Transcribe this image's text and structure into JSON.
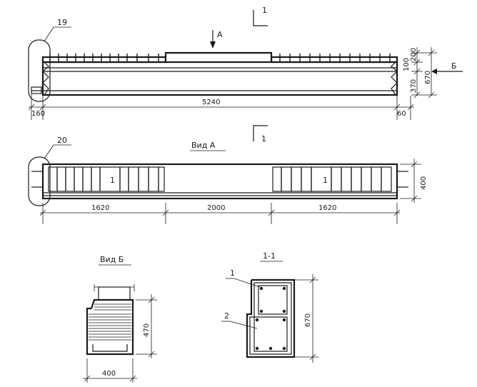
{
  "callouts": {
    "c19": "19",
    "c20": "20",
    "c1": "1",
    "c2": "2"
  },
  "views": {
    "elevation": {
      "arrow_a": "А",
      "arrow_b": "Б",
      "cut_top": "1",
      "cut_bottom": "1"
    },
    "plan": {
      "title": "Вид А",
      "bar_mark_left": "1",
      "bar_mark_right": "1"
    },
    "view_b": {
      "title": "Вид Б"
    },
    "section": {
      "title": "1-1"
    }
  },
  "dimensions": {
    "elevation_left_end": "160",
    "elevation_length": "5240",
    "elevation_right_end": "60",
    "elevation_h_top": "200",
    "elevation_h_mid": "100",
    "elevation_h_low": "370",
    "elevation_h_total": "670",
    "plan_width": "400",
    "plan_seg_left": "1620",
    "plan_seg_mid": "2000",
    "plan_seg_right": "1620",
    "view_b_height": "470",
    "view_b_width": "400",
    "section_height": "670"
  }
}
